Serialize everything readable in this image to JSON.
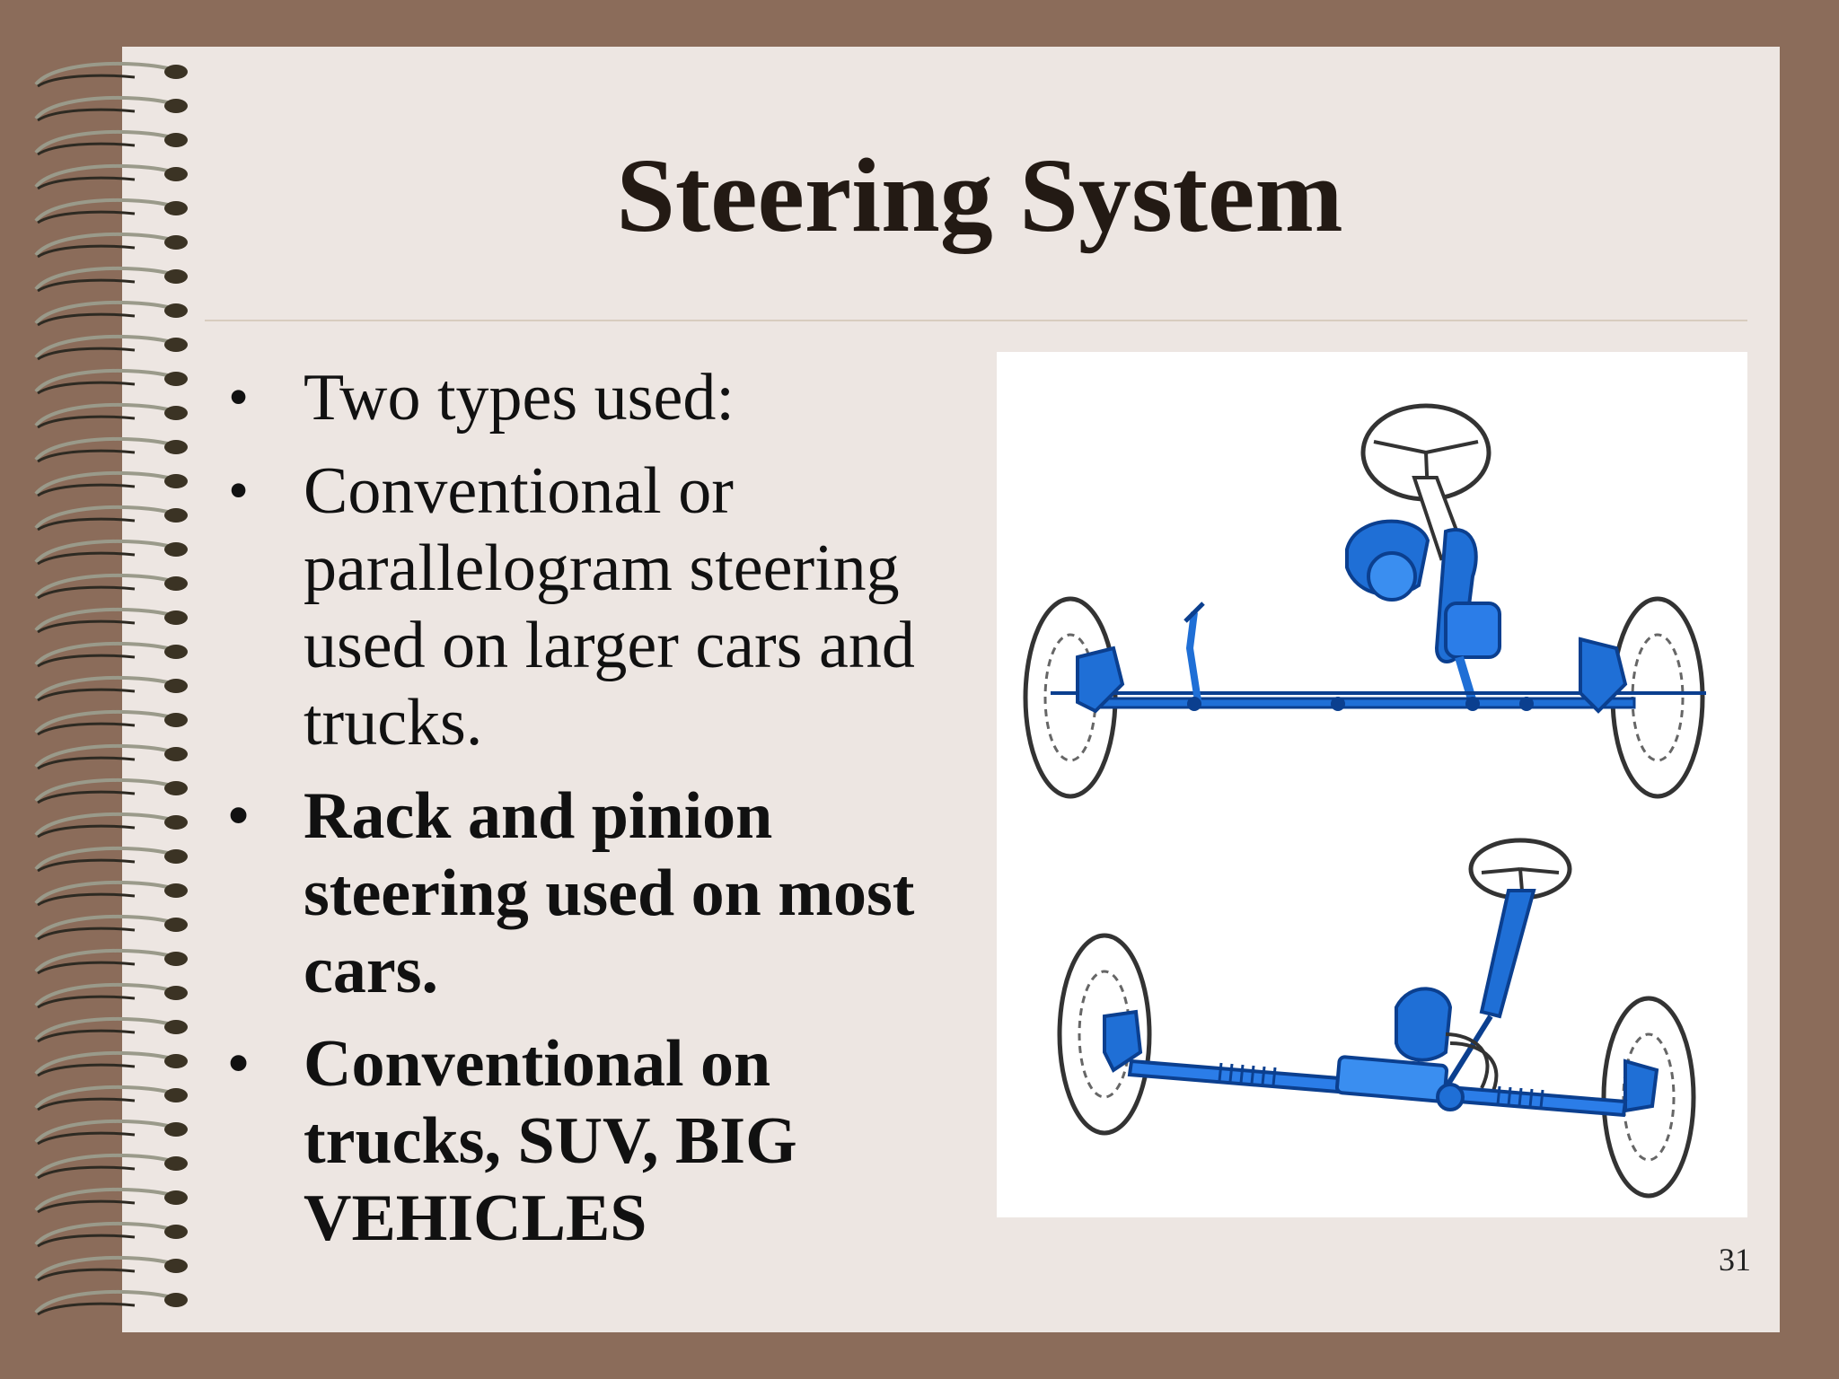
{
  "slide": {
    "title": "Steering System",
    "bullets": [
      {
        "text": "Two types used:",
        "bold": false
      },
      {
        "text": "Conventional or parallelogram steering used on larger cars and trucks.",
        "bold": false
      },
      {
        "text": "Rack and pinion steering used on most cars.",
        "bold": true
      },
      {
        "text": "Conventional on trucks, SUV, BIG VEHICLES",
        "bold": true
      }
    ],
    "bullet_glyph": "•",
    "page_number": "31"
  },
  "colors": {
    "background": "#8b6c5a",
    "page": "#ede6e2",
    "title": "#231a14",
    "diagram_part": "#1f6fd6"
  },
  "figure": {
    "icons": [
      "parallelogram-steering-diagram",
      "rack-and-pinion-steering-diagram"
    ]
  }
}
